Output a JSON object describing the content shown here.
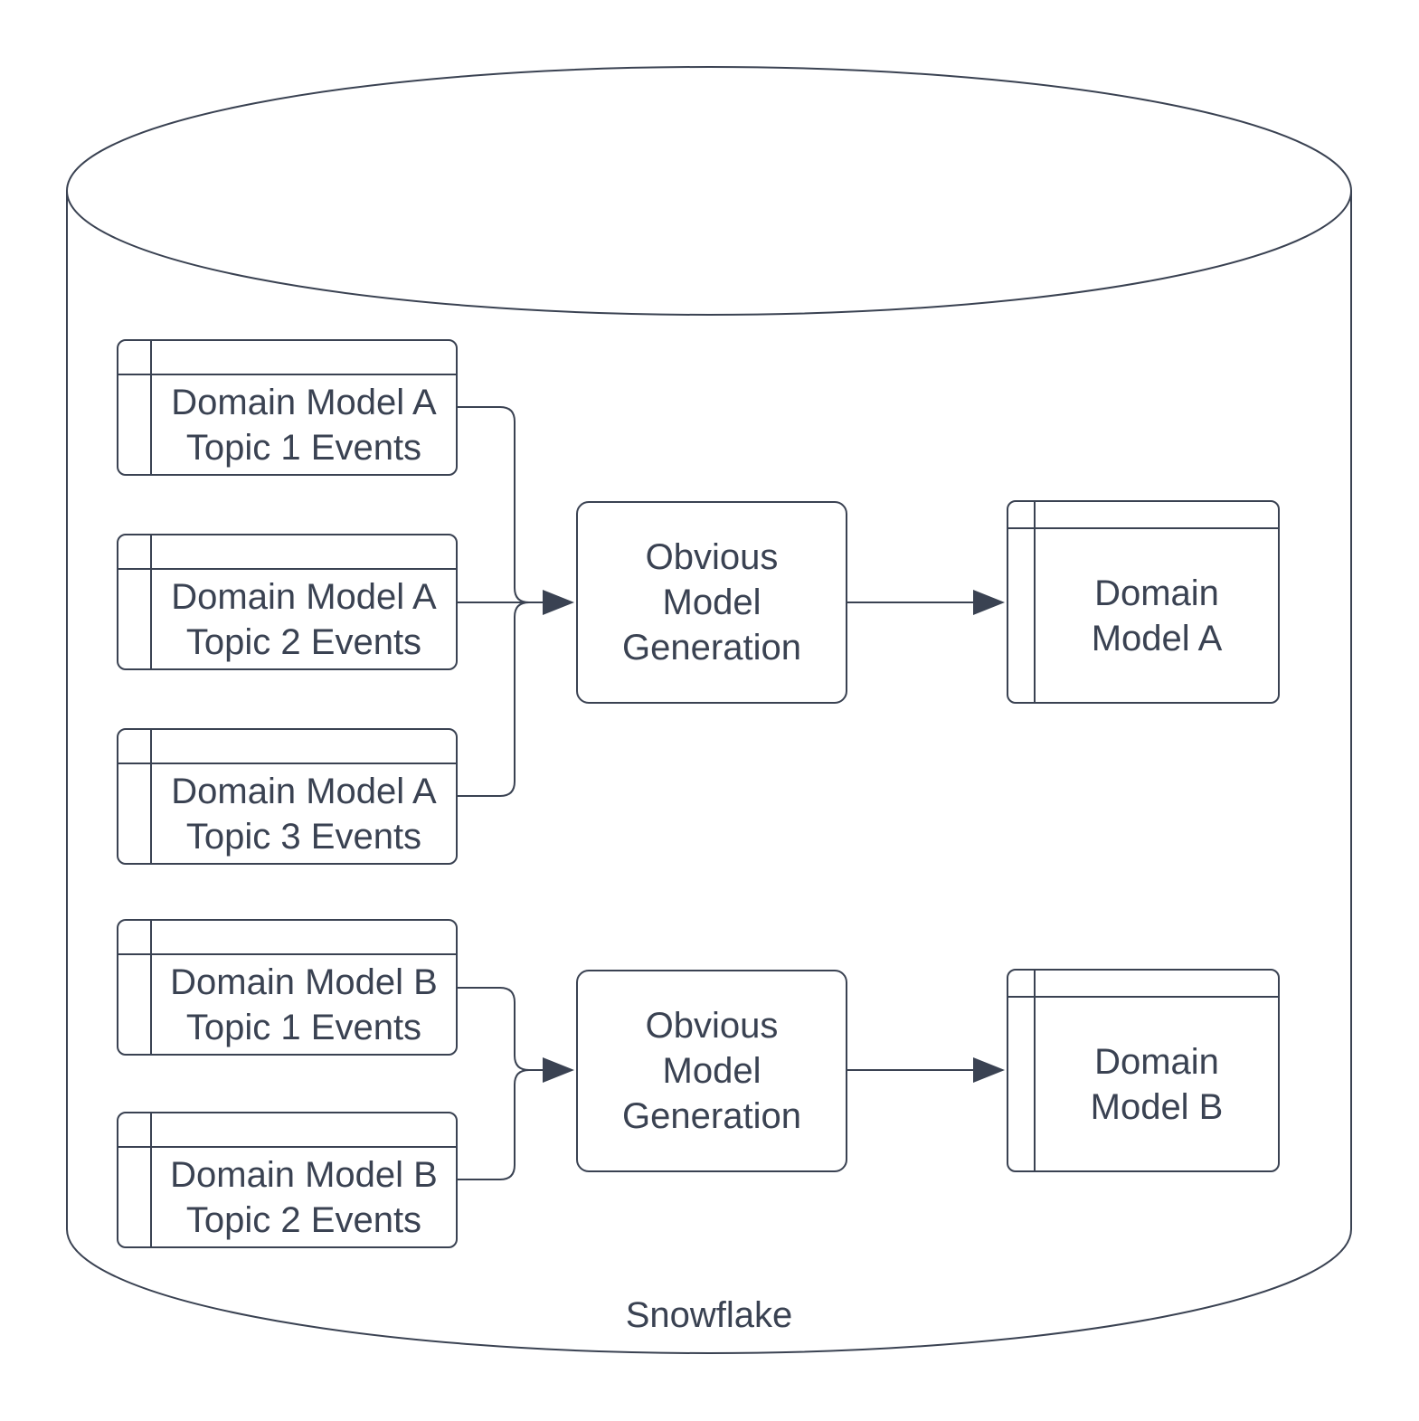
{
  "colors": {
    "stroke": "#3a4252",
    "text": "#3a4252",
    "background": "#ffffff"
  },
  "container": {
    "label": "Snowflake"
  },
  "nodes": {
    "table_a1": {
      "line1": "Domain Model A",
      "line2": "Topic 1 Events"
    },
    "table_a2": {
      "line1": "Domain Model A",
      "line2": "Topic 2 Events"
    },
    "table_a3": {
      "line1": "Domain Model A",
      "line2": "Topic 3 Events"
    },
    "process_a": {
      "line1": "Obvious",
      "line2": "Model",
      "line3": "Generation"
    },
    "output_a": {
      "line1": "Domain",
      "line2": "Model A"
    },
    "table_b1": {
      "line1": "Domain Model B",
      "line2": "Topic 1 Events"
    },
    "table_b2": {
      "line1": "Domain Model B",
      "line2": "Topic 2 Events"
    },
    "process_b": {
      "line1": "Obvious",
      "line2": "Model",
      "line3": "Generation"
    },
    "output_b": {
      "line1": "Domain",
      "line2": "Model B"
    }
  }
}
